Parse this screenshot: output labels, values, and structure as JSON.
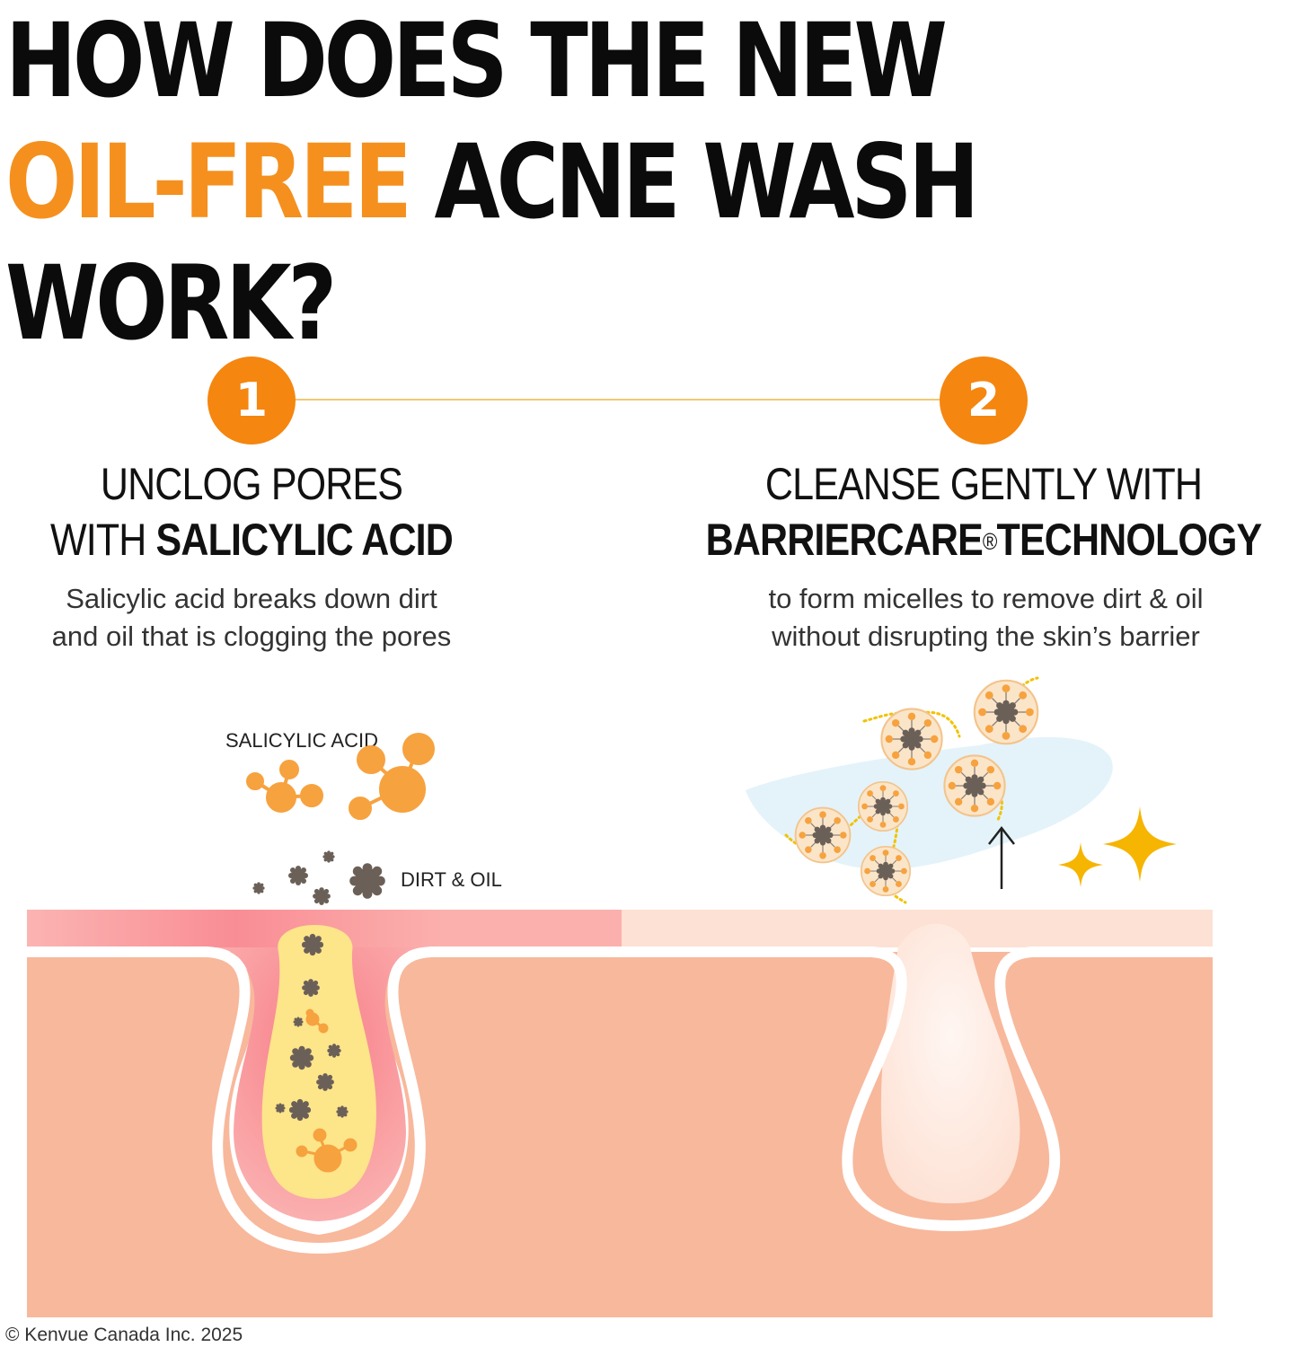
{
  "headline": {
    "line1": "HOW DOES THE NEW",
    "line2_accent": "OIL-FREE",
    "line2_rest": " ACNE WASH",
    "line3": "WORK?"
  },
  "steps": [
    {
      "number": "1",
      "title_line1": "UNCLOG PORES",
      "title_line2_regular": "WITH ",
      "title_line2_bold": "SALICYLIC ACID",
      "desc_line1": "Salicylic acid breaks down dirt",
      "desc_line2": "and oil that is clogging the pores"
    },
    {
      "number": "2",
      "title_line1": "CLEANSE GENTLY WITH",
      "title_line2_bold": "BARRIERCARE",
      "title_reg_mark": "®",
      "title_line2_bold_after": "TECHNOLOGY",
      "desc_line1": "to form micelles to remove dirt & oil",
      "desc_line2": "without disrupting the skin’s barrier"
    }
  ],
  "labels": {
    "salicylic_acid": "SALICYLIC ACID",
    "dirt_oil": "DIRT & OIL"
  },
  "copyright": "© Kenvue Canada Inc. 2025",
  "colors": {
    "accent_orange": "#f5901e",
    "step_circle": "#f5860f",
    "skin": "#f8b89c",
    "skin_surface_inflamed": "#fbb0ad",
    "skin_surface_clean": "#fde1d4",
    "pore_oil": "#fde58a",
    "dirt": "#6b6058",
    "molecule": "#f6a23f",
    "micelle_chain": "#f2c200",
    "sparkle": "#f6b500",
    "wash_water": "#e4f3fa"
  },
  "icons": [
    "salicylic-acid-molecule-icon",
    "dirt-particle-icon",
    "micelle-icon",
    "sparkle-icon",
    "up-arrow-icon"
  ]
}
